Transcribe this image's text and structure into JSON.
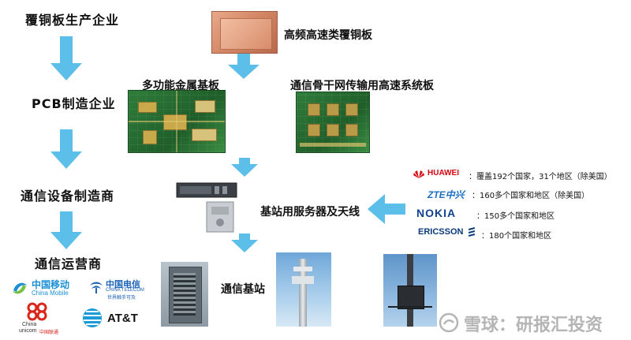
{
  "chain": {
    "stage1": "覆铜板生产企业",
    "stage2": "PCB制造企业",
    "stage3": "通信设备制造商",
    "stage4": "通信运营商"
  },
  "products": {
    "copper_board": "高频高速类覆铜板",
    "metal_board": "多功能金属基板",
    "backbone_board": "通信骨干网传输用高速系统板",
    "base_station_equipment": "基站用服务器及天线",
    "base_station": "通信基站"
  },
  "vendors": [
    {
      "brand": "HUAWEI",
      "note": "：覆盖192个国家，31个地区（除美国）",
      "color": "#d7000f"
    },
    {
      "brand": "ZTE中兴",
      "note": "：160多个国家和地区（除美国）",
      "color": "#1a6fc4"
    },
    {
      "brand": "NOKIA",
      "note": "：150多个国家和地区",
      "color": "#124191"
    },
    {
      "brand": "ERICSSON",
      "note": "：180个国家和地区",
      "color": "#0a3a7a"
    }
  ],
  "operators": {
    "china_mobile_cn": "中国移动",
    "china_mobile_en": "China Mobile",
    "china_telecom_cn": "中国电信",
    "china_telecom_en": "CHINA TELECOM",
    "china_telecom_sub": "世界触手可及",
    "china_unicom_cn": "中国联通",
    "china_unicom_en1": "China",
    "china_unicom_en2": "unicom",
    "att": "AT&T"
  },
  "colors": {
    "arrow": "#5bbfe9",
    "unicom_red": "#d9261c",
    "mobile_blue": "#1a8fd6",
    "telecom_blue": "#1c63b7",
    "att_blue": "#1a9bd7"
  },
  "watermark": "雪球：研报汇投资"
}
